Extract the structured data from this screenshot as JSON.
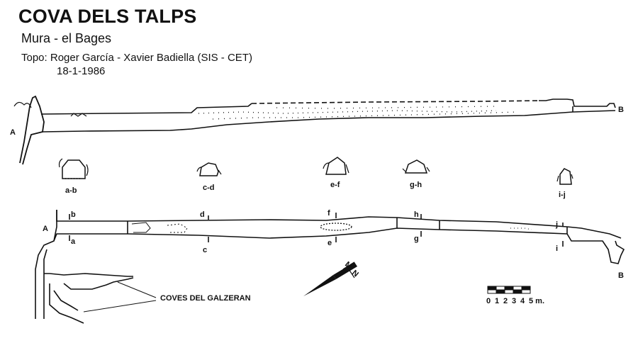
{
  "header": {
    "title": "COVA DELS TALPS",
    "subtitle": "Mura - el Bages",
    "credits": "Topo: Roger García - Xavier Badiella  (SIS - CET)",
    "date": "18-1-1986"
  },
  "profile": {
    "entrance_label": "A",
    "end_label": "B"
  },
  "sections": [
    {
      "label": "a-b"
    },
    {
      "label": "c-d"
    },
    {
      "label": "e-f"
    },
    {
      "label": "g-h"
    },
    {
      "label": "i-j"
    }
  ],
  "plan": {
    "entrance_label": "A",
    "end_label": "B",
    "markers": {
      "top": [
        "b",
        "d",
        "f",
        "h",
        "j"
      ],
      "bottom": [
        "a",
        "c",
        "e",
        "g",
        "i"
      ]
    },
    "annotation": "COVES DEL GALZERAN"
  },
  "north_arrow": {
    "labels": [
      "M",
      "N"
    ]
  },
  "scale_bar": {
    "ticks": [
      "0",
      "1",
      "2",
      "3",
      "4",
      "5 m."
    ]
  }
}
